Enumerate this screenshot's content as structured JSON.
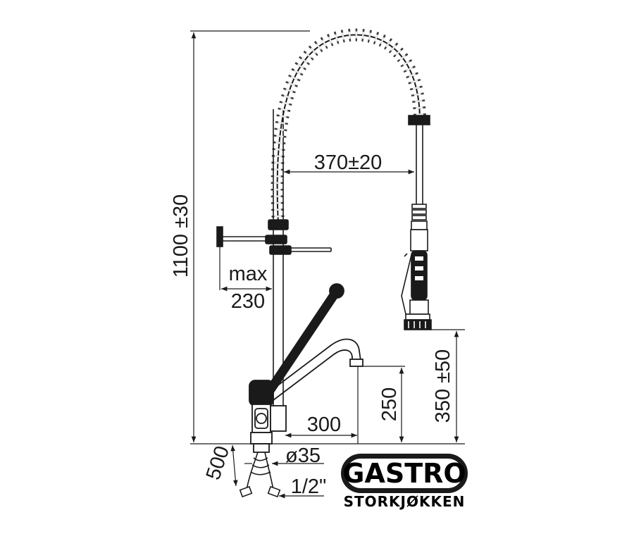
{
  "dimensions": {
    "total_height": "1100 ±30",
    "hose_reach": "370±20",
    "max_label": "max",
    "max_value": "230",
    "spout_reach": "300",
    "spout_height": "250",
    "spray_height": "350 ±50",
    "hose_length": "500",
    "diameter": "ø35",
    "thread": "1/2\""
  },
  "logo": {
    "name": "GASTRO",
    "subtitle": "STORKJØKKEN"
  },
  "colors": {
    "line": "#1a1a1a",
    "background": "#ffffff"
  }
}
